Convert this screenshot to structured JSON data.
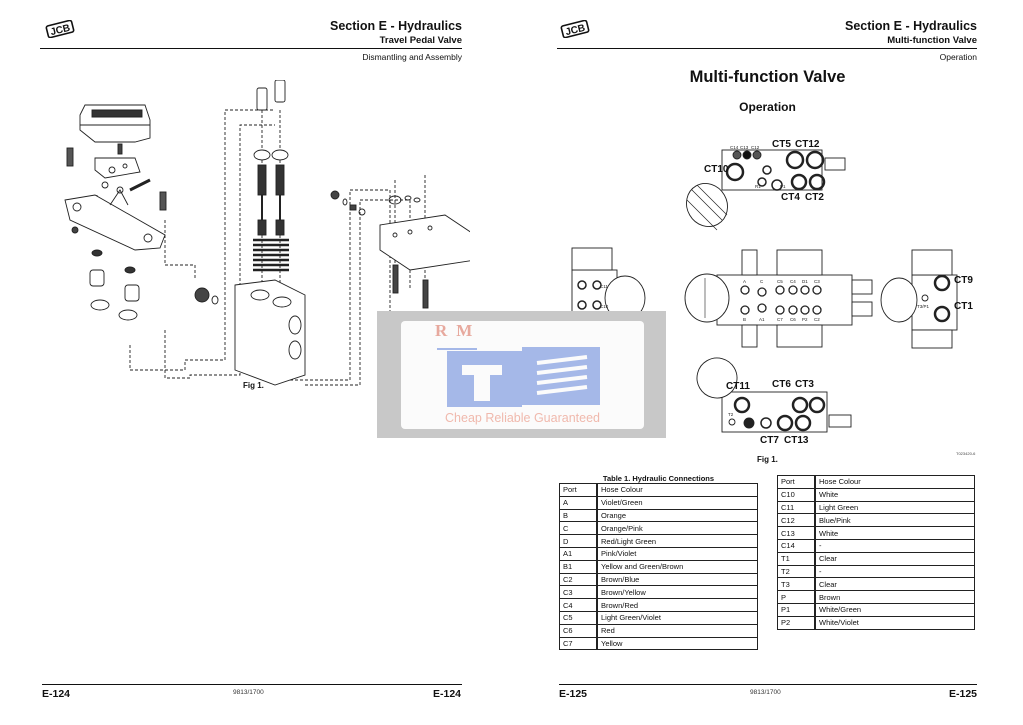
{
  "left_page": {
    "logo": "JCB",
    "section_title": "Section E - Hydraulics",
    "subsection_title": "Travel Pedal Valve",
    "topic": "Dismantling and Assembly",
    "figure_label": "Fig 1.",
    "footer": {
      "page_left": "E-124",
      "doc_number": "9813/1700",
      "page_right": "E-124"
    }
  },
  "right_page": {
    "logo": "JCB",
    "section_title": "Section E - Hydraulics",
    "subsection_title": "Multi-function Valve",
    "topic": "Operation",
    "main_title": "Multi-function Valve",
    "main_subtitle": "Operation",
    "figure_label": "Fig 1.",
    "figure_ref": "T023420-6",
    "diagram_labels": {
      "top": [
        "CT5",
        "CT12",
        "CT10",
        "CT4",
        "CT2",
        "C14",
        "C13",
        "C12",
        "R1",
        "T1",
        "P1"
      ],
      "left_side": [
        "C11",
        "C10"
      ],
      "center": [
        "A",
        "C",
        "C5",
        "C4",
        "D1",
        "C3",
        "B",
        "A1",
        "C7",
        "C6",
        "P2",
        "C2"
      ],
      "right_side": [
        "CT9",
        "CT1",
        "T3/P1"
      ],
      "bottom": [
        "CT11",
        "CT6",
        "CT3",
        "CT7",
        "CT13",
        "T2"
      ]
    },
    "table_caption": "Table 1. Hydraulic Connections",
    "table1": {
      "headers": [
        "Port",
        "Hose Colour"
      ],
      "rows": [
        [
          "A",
          "Violet/Green"
        ],
        [
          "B",
          "Orange"
        ],
        [
          "C",
          "Orange/Pink"
        ],
        [
          "D",
          "Red/Light Green"
        ],
        [
          "A1",
          "Pink/Violet"
        ],
        [
          "B1",
          "Yellow and Green/Brown"
        ],
        [
          "C2",
          "Brown/Blue"
        ],
        [
          "C3",
          "Brown/Yellow"
        ],
        [
          "C4",
          "Brown/Red"
        ],
        [
          "C5",
          "Light Green/Violet"
        ],
        [
          "C6",
          "Red"
        ],
        [
          "C7",
          "Yellow"
        ]
      ]
    },
    "table2": {
      "headers": [
        "Port",
        "Hose Colour"
      ],
      "rows": [
        [
          "C10",
          "White"
        ],
        [
          "C11",
          "Light Green"
        ],
        [
          "C12",
          "Blue/Pink"
        ],
        [
          "C13",
          "White"
        ],
        [
          "C14",
          "-"
        ],
        [
          "T1",
          "Clear"
        ],
        [
          "T2",
          "-"
        ],
        [
          "T3",
          "Clear"
        ],
        [
          "P",
          "Brown"
        ],
        [
          "P1",
          "White/Green"
        ],
        [
          "P2",
          "White/Violet"
        ]
      ]
    },
    "footer": {
      "page_left": "E-125",
      "doc_number": "9813/1700",
      "page_right": "E-125"
    }
  },
  "watermark": {
    "brand": "RM",
    "tagline": "Cheap Reliable Guaranteed"
  }
}
